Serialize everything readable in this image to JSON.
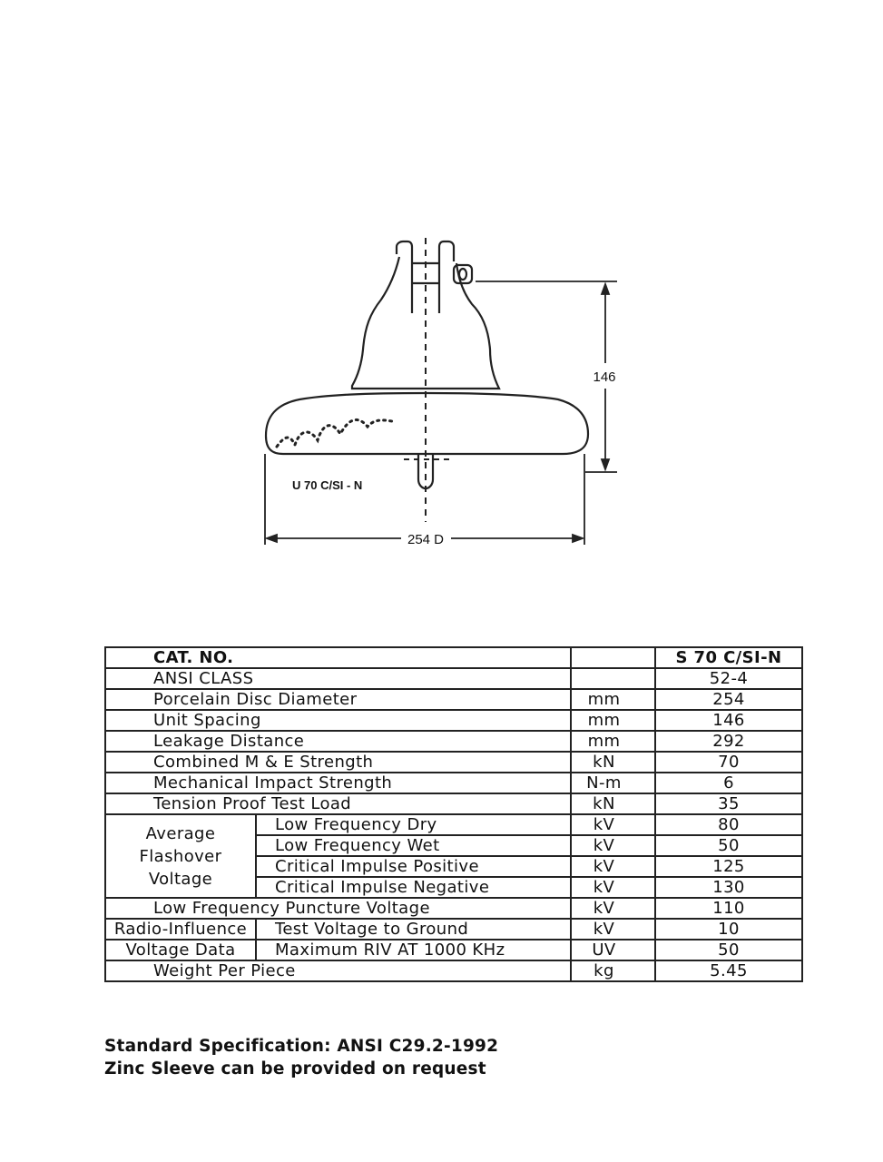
{
  "drawing": {
    "part_label": "U 70 C/SI - N",
    "dimension_height": "146",
    "dimension_diameter": "254 D"
  },
  "table": {
    "header": {
      "label": "CAT. NO.",
      "unit": "",
      "value": "S 70 C/SI-N"
    },
    "rows": [
      {
        "label": "ANSI CLASS",
        "unit": "",
        "value": "52-4"
      },
      {
        "label": "Porcelain Disc Diameter",
        "unit": "mm",
        "value": "254"
      },
      {
        "label": "Unit Spacing",
        "unit": "mm",
        "value": "146"
      },
      {
        "label": "Leakage Distance",
        "unit": "mm",
        "value": "292"
      },
      {
        "label": "Combined M & E Strength",
        "unit": "kN",
        "value": "70"
      },
      {
        "label": "Mechanical Impact Strength",
        "unit": "N-m",
        "value": "6"
      },
      {
        "label": "Tension Proof Test Load",
        "unit": "kN",
        "value": "35"
      }
    ],
    "flashover": {
      "group_line1": "Average",
      "group_line2": "Flashover",
      "group_line3": "Voltage",
      "rows": [
        {
          "label": "Low Frequency Dry",
          "unit": "kV",
          "value": "80"
        },
        {
          "label": "Low Frequency Wet",
          "unit": "kV",
          "value": "50"
        },
        {
          "label": "Critical Impulse Positive",
          "unit": "kV",
          "value": "125"
        },
        {
          "label": "Critical Impulse Negative",
          "unit": "kV",
          "value": "130"
        }
      ]
    },
    "puncture": {
      "label": "Low Frequency Puncture Voltage",
      "unit": "kV",
      "value": "110"
    },
    "riv": {
      "group_line1": "Radio-Influence",
      "group_line2": "Voltage Data",
      "rows": [
        {
          "label": "Test Voltage to Ground",
          "unit": "kV",
          "value": "10"
        },
        {
          "label": "Maximum RIV AT 1000 KHz",
          "unit": "UV",
          "value": "50"
        }
      ]
    },
    "weight": {
      "label": "Weight Per Piece",
      "unit": "kg",
      "value": "5.45"
    }
  },
  "notes": {
    "line1": "Standard Specification: ANSI C29.2-1992",
    "line2": "Zinc Sleeve can be provided on request"
  }
}
